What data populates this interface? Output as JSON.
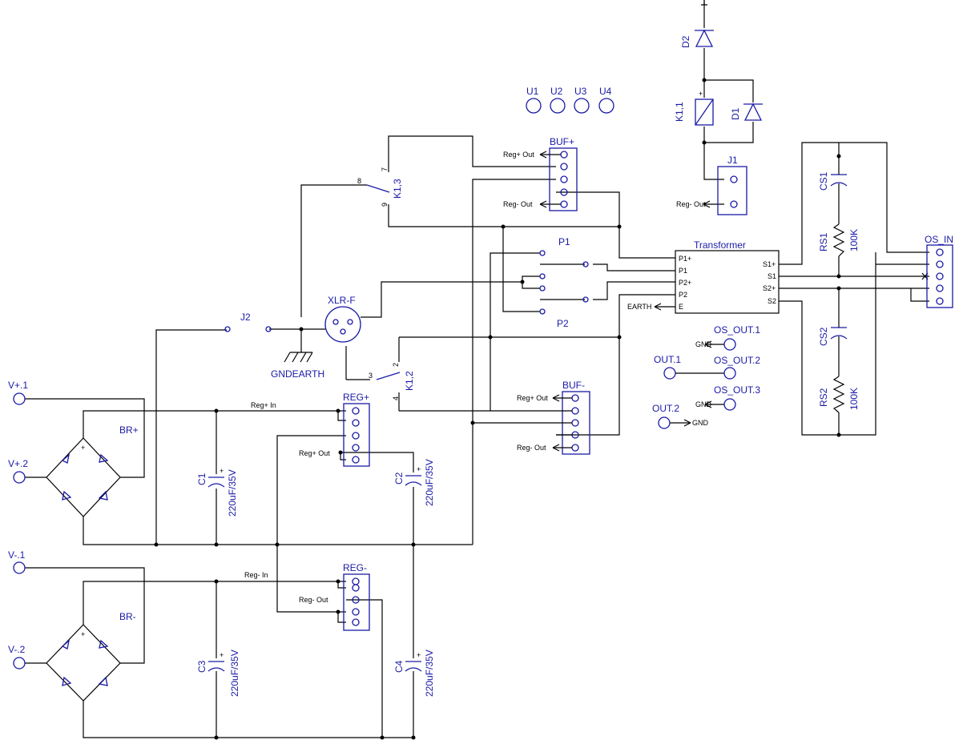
{
  "labels": {
    "u1": "U1",
    "u2": "U2",
    "u3": "U3",
    "u4": "U4",
    "d2": "D2",
    "d1": "D1",
    "k11": "K1,1",
    "j1": "J1",
    "buf_plus": "BUF+",
    "buf_minus": "BUF-",
    "k13": "K1,3",
    "k12": "K1,2",
    "p1": "P1",
    "p2": "P2",
    "transformer": "Transformer",
    "cs1": "CS1",
    "cs2": "CS2",
    "rs1": "RS1",
    "rs2": "RS2",
    "r100k": "100K",
    "os_in": "OS_IN",
    "xlr": "XLR-F",
    "j2": "J2",
    "gndearth": "GNDEARTH",
    "os_out1": "OS_OUT.1",
    "os_out2": "OS_OUT.2",
    "os_out3": "OS_OUT.3",
    "out1": "OUT.1",
    "out2": "OUT.2",
    "gnd": "GND",
    "vp1": "V+.1",
    "vp2": "V+.2",
    "vm1": "V-.1",
    "vm2": "V-.2",
    "brp": "BR+",
    "brm": "BR-",
    "c1": "C1",
    "c2": "C2",
    "c3": "C3",
    "c4": "C4",
    "cap_val": "220uF/35V",
    "reg_plus": "REG+",
    "reg_minus": "REG-",
    "reg_plus_in": "Reg+ In",
    "reg_minus_in": "Reg- In",
    "reg_plus_out": "Reg+ Out",
    "reg_minus_out": "Reg- Out",
    "p1plus": "P1+",
    "p1pin": "P1",
    "p2plus": "P2+",
    "p2pin": "P2",
    "epin": "E",
    "earth": "EARTH",
    "s1plus": "S1+",
    "s1pin": "S1",
    "s2plus": "S2+",
    "s2pin": "S2",
    "pin2": "2",
    "pin3": "3",
    "pin4": "4",
    "pin7": "7",
    "pin8": "8",
    "pin9": "9",
    "plus": "+",
    "xmark": "X"
  }
}
